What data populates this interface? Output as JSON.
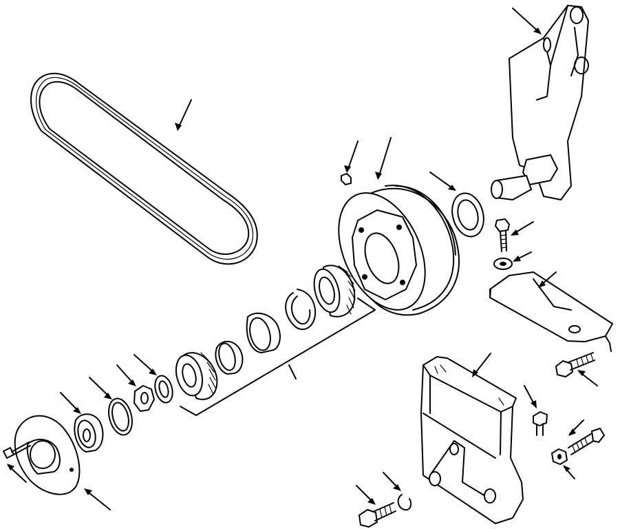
{
  "diagram": {
    "parts": [
      "drive-belt",
      "mounting-bracket-upper",
      "pulley-hub",
      "washer-upper",
      "oil-seal",
      "bearing-cone-inner",
      "snap-ring",
      "bearing-cup",
      "spacer",
      "bearing-cone-outer",
      "seal-washer",
      "lock-nut",
      "o-ring",
      "pulley-cap",
      "dust-cover",
      "cover-bolt",
      "bolt-upper",
      "washer-plate",
      "plate-bracket",
      "bolt-plate",
      "support-bracket-lower",
      "bolt-lower-a",
      "lock-washer-lower",
      "bolt-lower-b",
      "stud-bolt",
      "nut-lower"
    ]
  }
}
